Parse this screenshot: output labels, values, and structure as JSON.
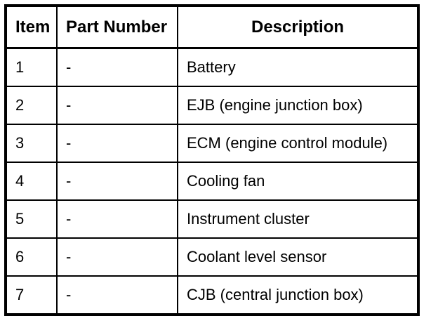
{
  "table": {
    "columns": [
      {
        "key": "item",
        "label": "Item"
      },
      {
        "key": "part_number",
        "label": "Part Number"
      },
      {
        "key": "description",
        "label": "Description"
      }
    ],
    "rows": [
      {
        "item": "1",
        "part_number": "-",
        "description": "Battery"
      },
      {
        "item": "2",
        "part_number": "-",
        "description": "EJB (engine junction box)"
      },
      {
        "item": "3",
        "part_number": "-",
        "description": "ECM (engine control module)"
      },
      {
        "item": "4",
        "part_number": "-",
        "description": "Cooling fan"
      },
      {
        "item": "5",
        "part_number": "-",
        "description": "Instrument cluster"
      },
      {
        "item": "6",
        "part_number": "-",
        "description": "Coolant level sensor"
      },
      {
        "item": "7",
        "part_number": "-",
        "description": "CJB (central junction box)"
      }
    ]
  },
  "colors": {
    "background": "#ffffff",
    "text": "#000000",
    "border": "#000000"
  }
}
